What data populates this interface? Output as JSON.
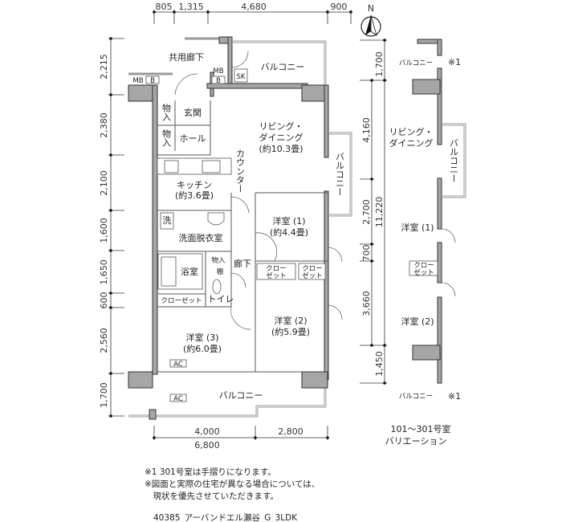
{
  "compass": {
    "label": "N"
  },
  "dims": {
    "top": [
      "805",
      "1,315",
      "4,680",
      "900"
    ],
    "left": [
      "2,215",
      "2,380",
      "2,100",
      "1,600",
      "1,650",
      "600",
      "2,560",
      "1,700"
    ],
    "bottom": [
      "4,000",
      "2,800"
    ],
    "bottom_total": "6,800"
  },
  "rooms": {
    "common_corridor": "共用廊下",
    "mb1": "MB",
    "mb2": "MB",
    "b": "B",
    "sk": "SK",
    "balcony_top": "バルコニー",
    "storage1": "物入",
    "storage2": "物入",
    "entrance": "玄関",
    "hall": "ホール",
    "ld_line1": "リビング・",
    "ld_line2": "ダイニング",
    "ld_size": "(約10.3畳)",
    "counter": "カウンター",
    "balcony_side": "バルコニー",
    "kitchen": "キッチン",
    "kitchen_size": "(約3.6畳)",
    "western1": "洋室 (1)",
    "western1_size": "(約4.4畳)",
    "washer": "洗",
    "washroom": "洗面脱衣室",
    "bath": "浴室",
    "storage3": "物入",
    "shelf": "棚",
    "corridor": "廊下",
    "closet_a1": "クロー",
    "closet_a2": "ゼット",
    "closet_b1": "クロー",
    "closet_b2": "ゼット",
    "toilet": "トイレ",
    "closet_long": "クローゼット",
    "western2": "洋室 (2)",
    "western2_size": "(約5.9畳)",
    "western3": "洋室 (3)",
    "western3_size": "(約6.0畳)",
    "ac1": "AC",
    "ac2": "AC",
    "balcony_bottom": "バルコニー"
  },
  "variation": {
    "dims": [
      "1,700",
      "4,160",
      "2,700",
      "700",
      "3,660",
      "1,450"
    ],
    "total": "11,220",
    "balcony_top": "バルコニー",
    "note_mark_top": "※1",
    "ld_line1": "リビング・",
    "ld_line2": "ダイニング",
    "balcony_side": "バルコニー",
    "western1": "洋室 (1)",
    "closet1": "クロー",
    "closet2": "ゼット",
    "western2": "洋室 (2)",
    "balcony_bottom": "バルコニー",
    "note_mark_bottom": "※1",
    "caption1": "101〜301号室",
    "caption2": "バリエーション"
  },
  "notes": [
    "※1 301号室は手摺りになります。",
    "※図面と実際の住宅が異なる場合については、",
    "　現状を優先させていただきます。"
  ],
  "footer": "40385_アーバンドエル瀬谷_G_3LDK"
}
